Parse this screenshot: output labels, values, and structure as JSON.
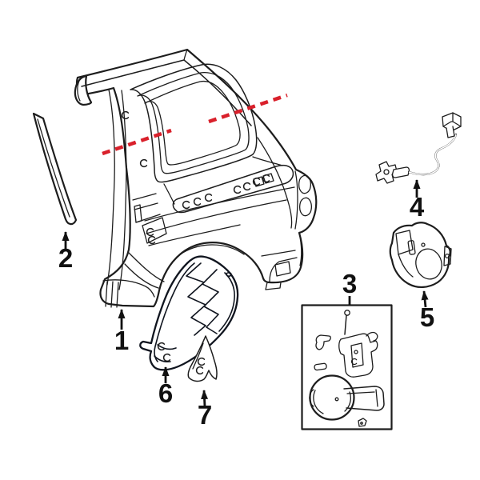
{
  "figure": {
    "kind": "exploded-parts-line-diagram",
    "background": "#ffffff"
  },
  "colors": {
    "line": "#1d1d1d",
    "highlight": "#3e63c4",
    "highlight_line": "#10151f",
    "marker": "#d9202b",
    "label": "#111111"
  },
  "callouts": [
    {
      "label": "1"
    },
    {
      "label": "2"
    },
    {
      "label": "3"
    },
    {
      "label": "4"
    },
    {
      "label": "5"
    },
    {
      "label": "6"
    },
    {
      "label": "7"
    }
  ]
}
